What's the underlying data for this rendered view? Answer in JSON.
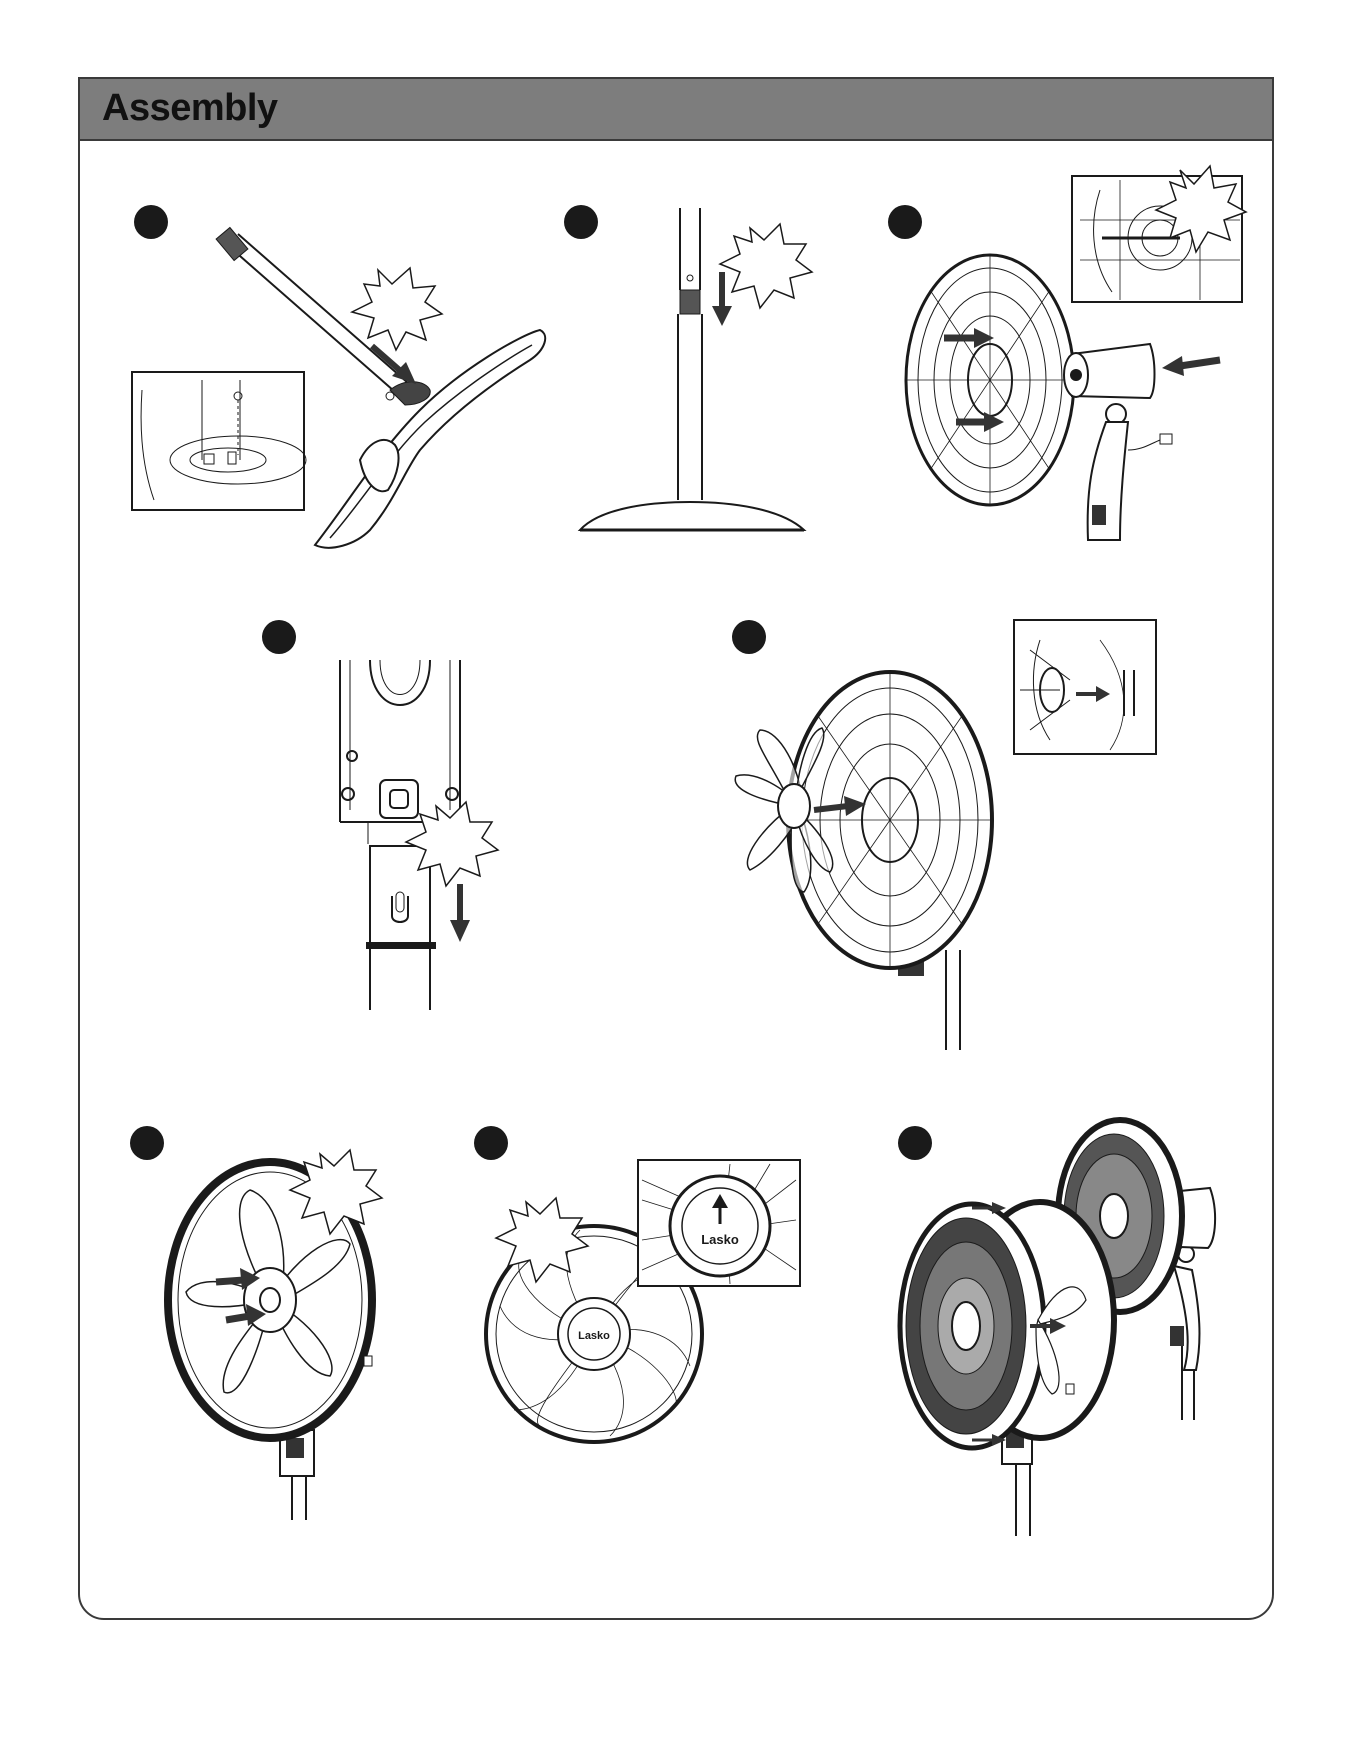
{
  "header": {
    "title": "Assembly"
  },
  "footer": {
    "text": ""
  },
  "steps": [
    {
      "id": 1,
      "label": ""
    },
    {
      "id": 2,
      "label": ""
    },
    {
      "id": 3,
      "label": ""
    },
    {
      "id": 4,
      "label": ""
    },
    {
      "id": 5,
      "label": ""
    },
    {
      "id": 6,
      "label": ""
    },
    {
      "id": 7,
      "label": ""
    },
    {
      "id": 8,
      "label": ""
    }
  ],
  "logos": {
    "grill_brand": "Lasko",
    "inset_brand": "Lasko"
  },
  "colors": {
    "header_bg": "#7d7d7d",
    "line": "#1a1a1a",
    "arrow": "#333333",
    "border": "#3a3a3a"
  }
}
